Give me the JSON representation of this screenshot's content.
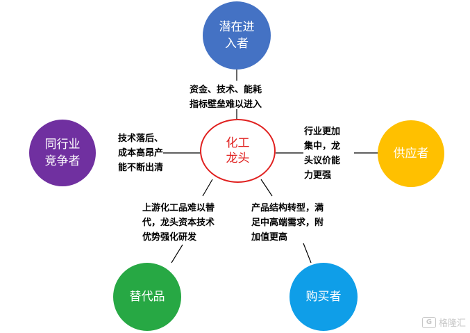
{
  "center": {
    "lines": [
      "化工",
      "龙头"
    ],
    "color": "#e0201f"
  },
  "nodes": {
    "potential_entrants": {
      "lines": [
        "潜在进",
        "入者"
      ],
      "color": "#4472c4"
    },
    "rivals": {
      "lines": [
        "同行业",
        "竞争者"
      ],
      "color": "#7030a0"
    },
    "suppliers": {
      "lines": [
        "供应者"
      ],
      "color": "#ffc000"
    },
    "substitutes": {
      "lines": [
        "替代品"
      ],
      "color": "#27a844"
    },
    "buyers": {
      "lines": [
        "购买者"
      ],
      "color": "#0f9ee8"
    }
  },
  "notes": {
    "entrants": [
      "资金、技术、能耗",
      "指标壁垒难以进入"
    ],
    "rivals": [
      "技术落后、",
      "成本高昂产",
      "能不断出清"
    ],
    "suppliers": [
      "行业更加",
      "集中，龙",
      "头议价能",
      "力更强"
    ],
    "substitutes": [
      "上游化工品难以替",
      "代，龙头资本技术",
      "优势强化研发"
    ],
    "buyers": [
      "产品结构转型，满",
      "足中高端需求，附",
      "加值更高"
    ]
  },
  "watermark": {
    "logo": "G",
    "text": "格隆汇"
  }
}
